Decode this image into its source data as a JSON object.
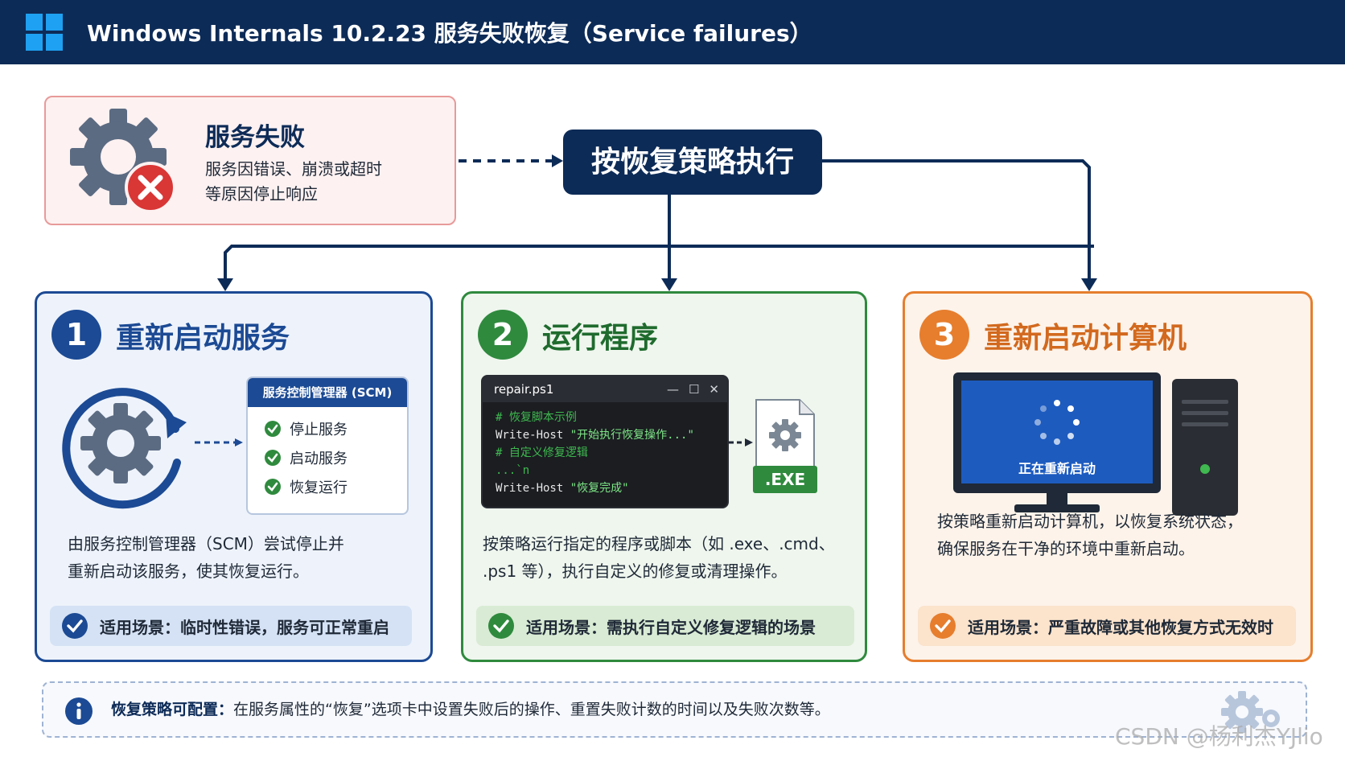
{
  "header": {
    "title": "Windows Internals 10.2.23  服务失败恢复（Service failures）",
    "logo_icon": "windows-logo-icon",
    "background": "#0d2b57"
  },
  "failure": {
    "title": "服务失败",
    "desc_line1": "服务因错误、崩溃或超时",
    "desc_line2": "等原因停止响应",
    "icon": "gear-error-icon"
  },
  "strategy": {
    "label": "按恢复策略执行"
  },
  "cards": [
    {
      "number": "1",
      "title": "重新启动服务",
      "color": "#1c4a94",
      "scm_title": "服务控制管理器 (SCM)",
      "scm_items": [
        "停止服务",
        "启动服务",
        "恢复运行"
      ],
      "desc_line1": "由服务控制管理器（SCM）尝试停止并",
      "desc_line2": "重新启动该服务，使其恢复运行。",
      "scene": "适用场景：临时性错误，服务可正常重启"
    },
    {
      "number": "2",
      "title": "运行程序",
      "color": "#2f8a3e",
      "terminal_title": "repair.ps1",
      "terminal_lines": [
        "# 恢复脚本示例",
        "Write-Host",
        "\"开始执行恢复操作...\"",
        "# 自定义修复逻辑",
        "...`n",
        "Write-Host",
        "\"恢复完成\""
      ],
      "exe_label": ".EXE",
      "desc_line1": "按策略运行指定的程序或脚本（如 .exe、.cmd、",
      "desc_line2": ".ps1 等），执行自定义的修复或清理操作。",
      "scene": "适用场景：需执行自定义修复逻辑的场景"
    },
    {
      "number": "3",
      "title": "重新启动计算机",
      "color": "#e67e2e",
      "screen_text": "正在重新启动",
      "desc_line1": "按策略重新启动计算机，以恢复系统状态，",
      "desc_line2": "确保服务在干净的环境中重新启动。",
      "scene": "适用场景：严重故障或其他恢复方式无效时"
    }
  ],
  "info": {
    "bold": "恢复策略可配置：",
    "text": "在服务属性的“恢复”选项卡中设置失败后的操作、重置失败计数的时间以及失败次数等。",
    "icon": "info-icon"
  },
  "watermark": "CSDN @杨利杰YJlio"
}
